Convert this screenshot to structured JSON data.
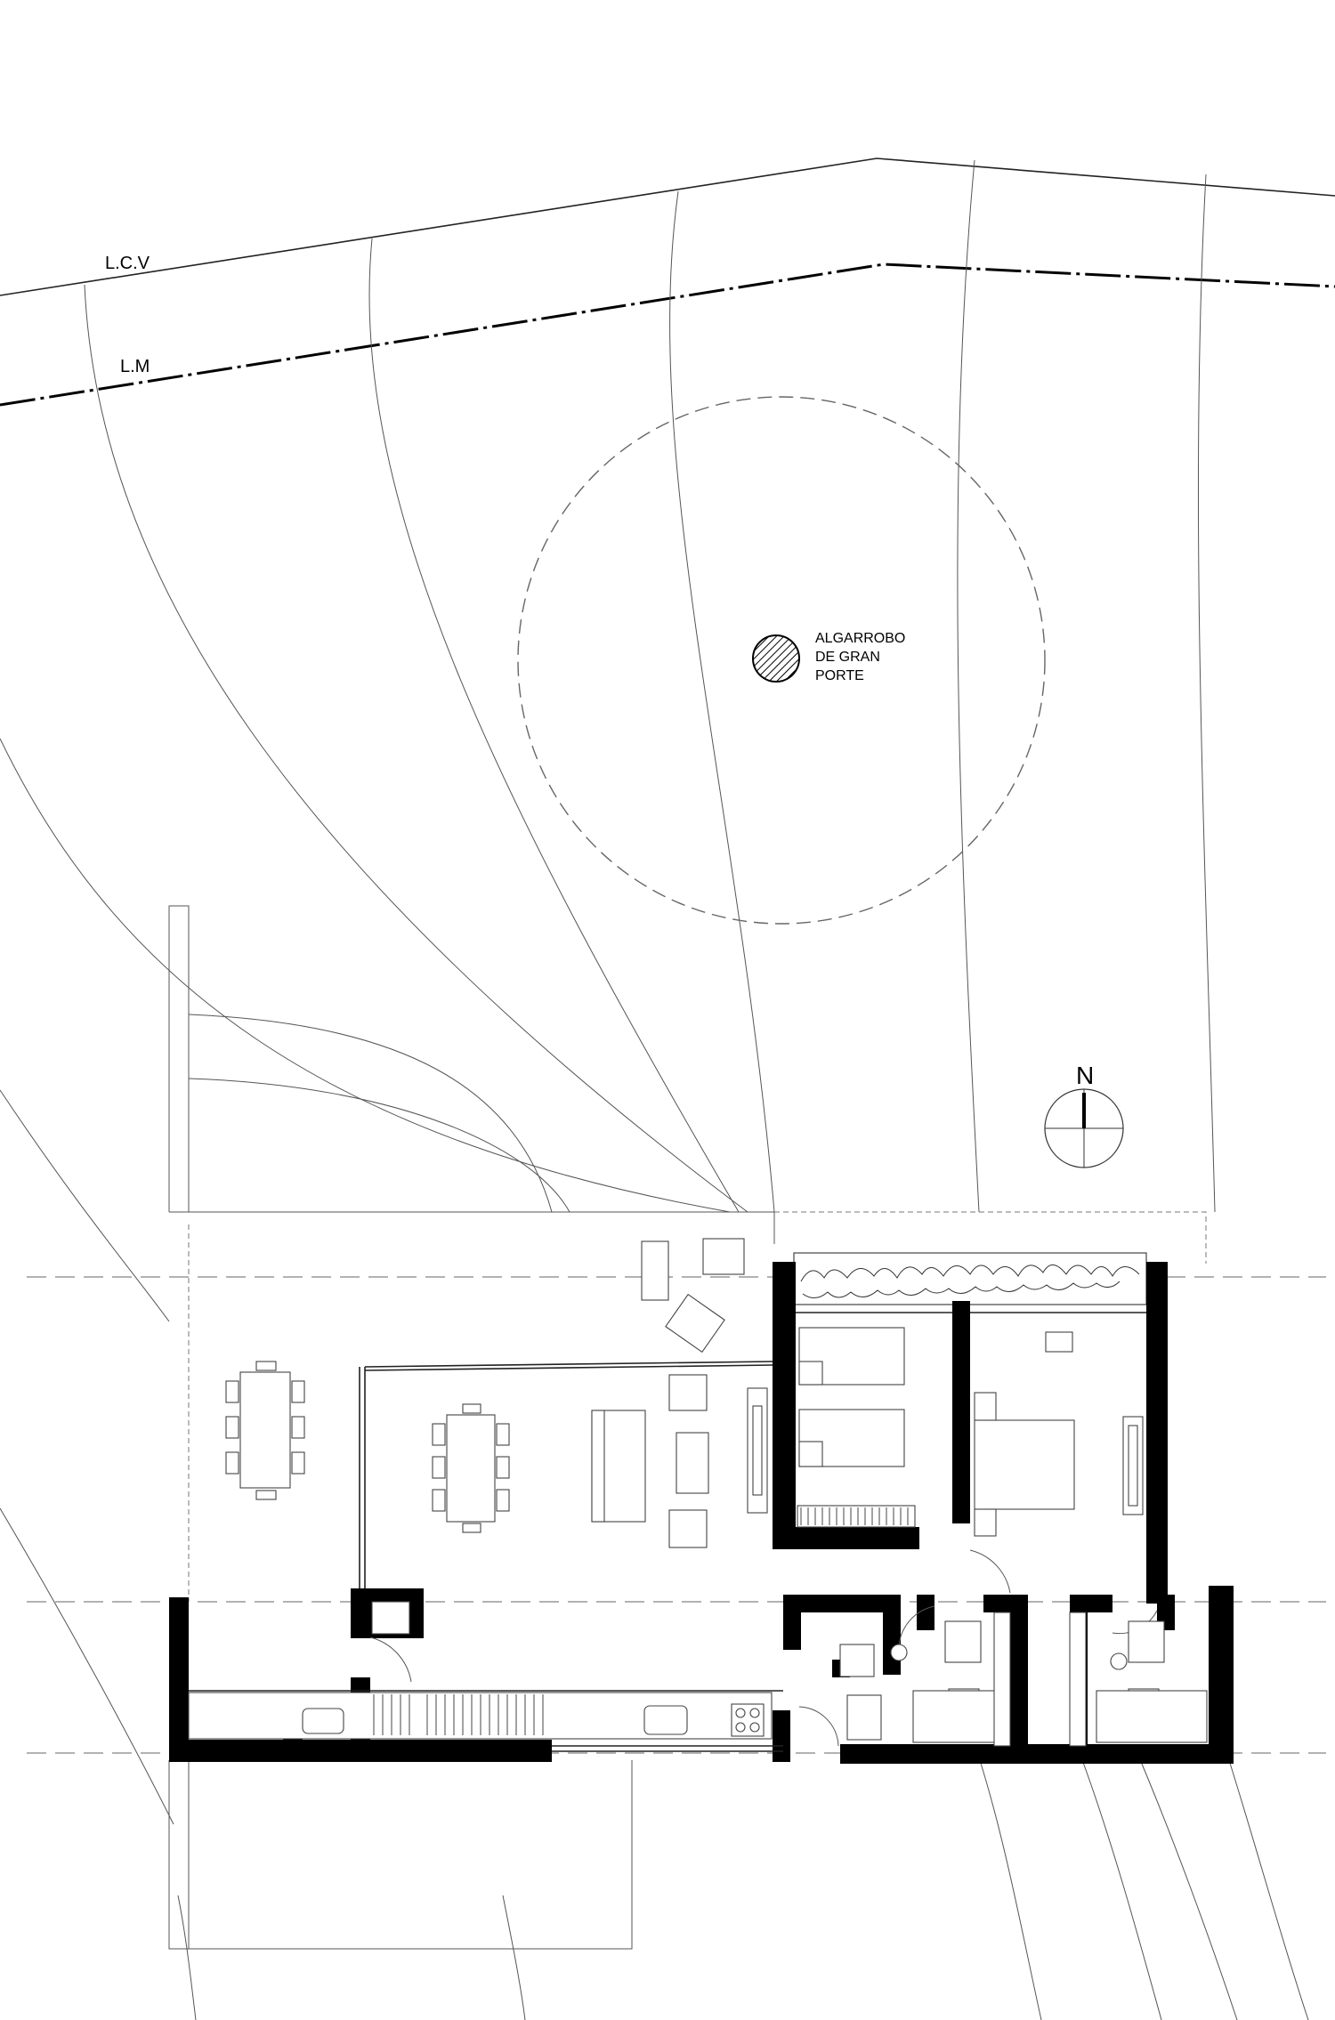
{
  "labels": {
    "lcv": "L.C.V",
    "lm": "L.M",
    "tree_line1": "ALGARROBO",
    "tree_line2": "DE GRAN",
    "tree_line3": "PORTE",
    "north": "N"
  }
}
